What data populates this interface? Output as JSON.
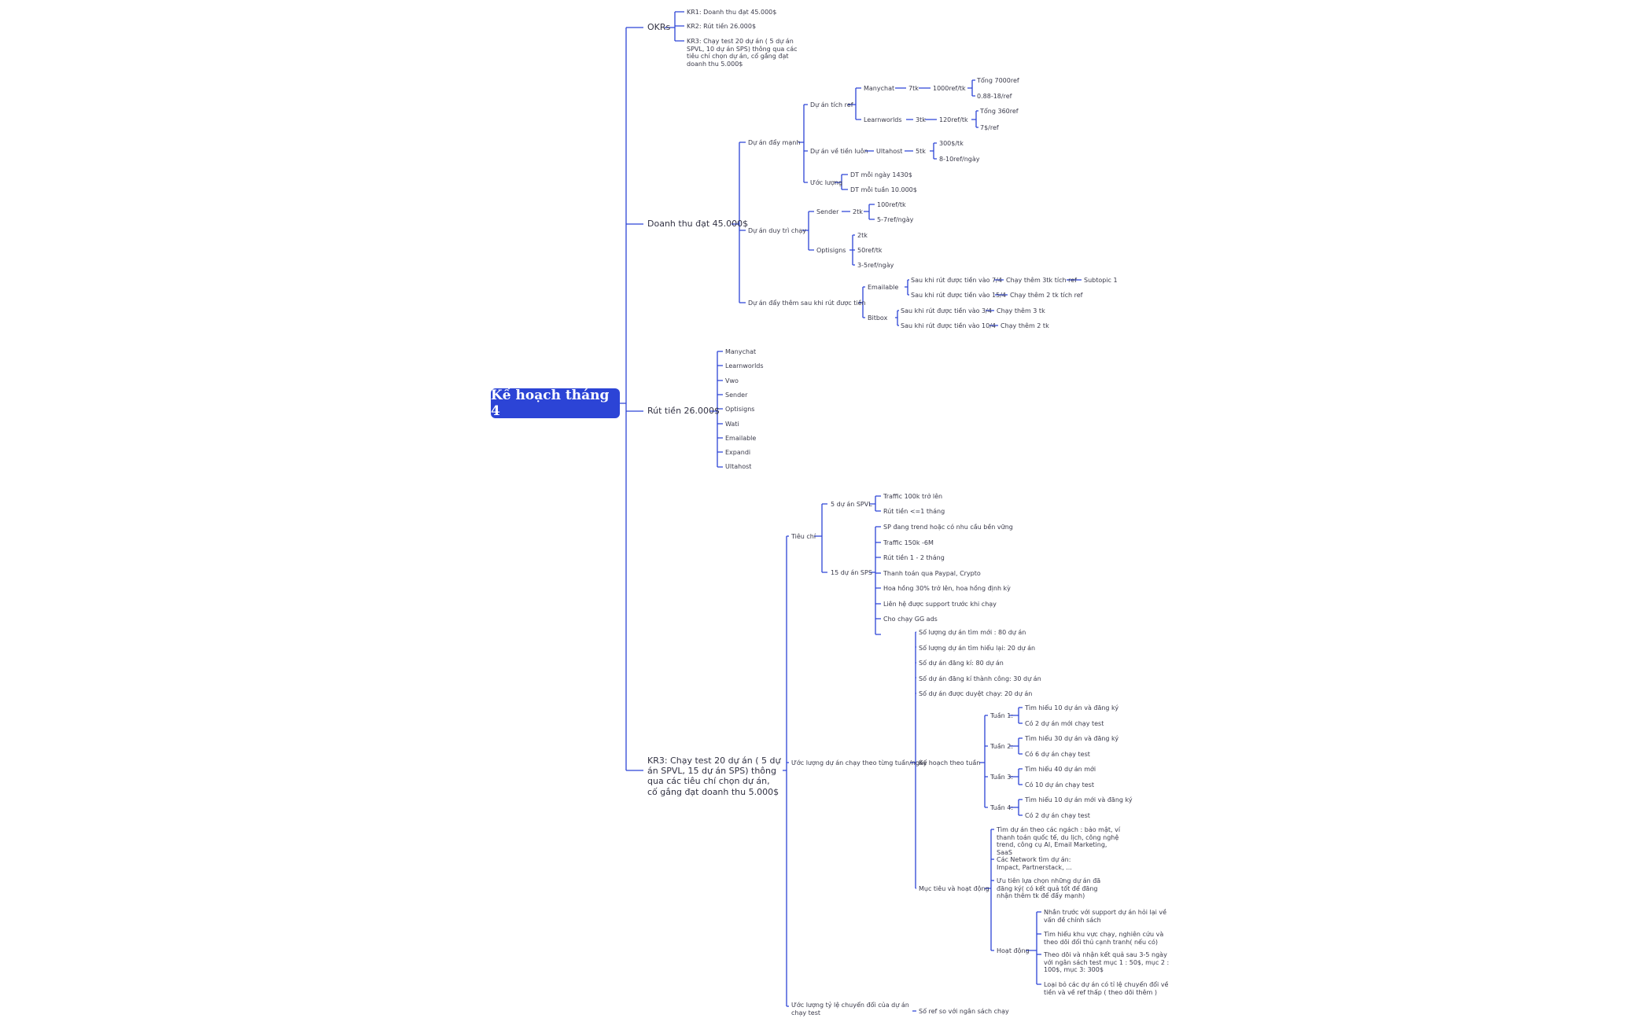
{
  "mindmap": {
    "root": "Kế hoạch tháng 4",
    "okrs": {
      "label": "OKRs",
      "kr1": "KR1: Doanh thu đạt 45.000$",
      "kr2": "KR2: Rút tiền 26.000$",
      "kr3": "KR3: Chạy test 20 dự án ( 5 dự án SPVL, 10 dự án SPS) thông qua các tiêu chí chọn dự án, cố gắng đạt doanh thu 5.000$"
    },
    "revenue": {
      "label": "Doanh thu đạt 45.000$",
      "strong": {
        "label": "Dự án đẩy mạnh",
        "ref": {
          "label": "Dự án tích ref",
          "manychat": {
            "label": "Manychat",
            "tk": "7tk",
            "ref": "1000ref/tk",
            "total": "Tổng 7000ref",
            "rate": "0.88-18/ref"
          },
          "learnworlds": {
            "label": "Learnworlds",
            "tk": "3tk",
            "ref": "120ref/tk",
            "total": "Tổng 360ref",
            "rate": "7$/ref"
          }
        },
        "cash": {
          "label": "Dự án về tiền luôn",
          "ultahost": "Ultahost",
          "tk": "5tk",
          "amount": "300$/tk",
          "rate": "8-10ref/ngày"
        },
        "estimate": {
          "label": "Ước lượng",
          "day": "DT mỗi ngày 1430$",
          "week": "DT mỗi tuần 10.000$"
        }
      },
      "maintain": {
        "label": "Dự án duy trì chạy",
        "sender": {
          "label": "Sender",
          "tk": "2tk",
          "ref": "100ref/tk",
          "rate": "5-7ref/ngày"
        },
        "optisigns": {
          "label": "Optisigns",
          "tk": "2tk",
          "ref": "50ref/tk",
          "rate": "3-5ref/ngày"
        }
      },
      "push": {
        "label": "Dự án đẩy thêm sau khi rút được tiền",
        "emailable": {
          "label": "Emailable",
          "a": "Sau khi rút được tiền vào 7/4",
          "a2": "Chạy thêm 3tk tích ref",
          "a3": "Subtopic 1",
          "b": "Sau khi rút được tiền vào 15/4",
          "b2": "Chạy thêm 2 tk  tích ref"
        },
        "bitbox": {
          "label": "Bitbox",
          "a": "Sau khi rút được tiền vào 3/4",
          "a2": "Chạy thêm 3 tk",
          "b": "Sau khi rút được tiền vào 10/4",
          "b2": "Chạy thêm 2 tk"
        }
      }
    },
    "withdraw": {
      "label": "Rút tiền 26.000$",
      "items": [
        "Manychat",
        "Learnworlds",
        "Vwo",
        "Sender",
        "Optisigns",
        "Wati",
        "Emailable",
        "Expandi",
        "Ultahost"
      ]
    },
    "kr3": {
      "label": "KR3: Chạy test 20 dự án ( 5 dự án SPVL, 15 dự án SPS) thông qua các tiêu chí chọn dự án, cố gắng đạt doanh thu 5.000$",
      "criteria": {
        "label": "Tiêu chí",
        "spvl": {
          "label": "5 dự án SPVL",
          "items": [
            "Traffic 100k trở lên",
            "Rút tiền <=1 tháng"
          ]
        },
        "sps": {
          "label": "15 dự án SPS",
          "items": [
            "SP đang trend hoặc có nhu cầu bền vững",
            "Traffic 150k -6M",
            "Rút tiền 1 - 2 tháng",
            "Thanh toán qua Paypal, Crypto",
            " Hoa hồng 30% trở lên, hoa hồng định kỳ",
            "Liên hệ được support trước khi chạy",
            "Cho chạy GG ads"
          ]
        }
      },
      "weekly": {
        "label": "Ước lượng dự án chạy theo từng tuần/ngày",
        "items": [
          "Số lượng dự án tìm mới : 80 dự án",
          "Số lượng dự án tìm hiểu lại: 20 dự án",
          "Số dự án đăng kí: 80 dự án",
          "Số dự án đăng kí thành công: 30 dự án",
          "Số dự án được duyệt chạy: 20 dự án"
        ],
        "plan": {
          "label": "Kế hoạch theo tuần",
          "w1": {
            "label": "Tuần 1:",
            "a": "Tìm hiểu 10 dự án và đăng ký",
            "b": "Có 2 dự án mới chạy test"
          },
          "w2": {
            "label": "Tuần 2:",
            "a": "Tìm hiểu 30 dự án và đăng ký",
            "b": "Có 6 dự án chạy test"
          },
          "w3": {
            "label": "Tuần 3:",
            "a": "Tìm hiểu 40 dự án mới",
            "b": "Có 10 dự án chạy test"
          },
          "w4": {
            "label": "Tuần 4:",
            "a": "Tìm hiểu 10 dự án mới và đăng ký",
            "b": "Có 2 dự án chạy test"
          }
        },
        "goals": {
          "label": "Mục tiêu và hoạt động",
          "items": [
            "Tìm dự án theo các ngách : bảo mật, ví thanh toán quốc tế, du lịch, công nghệ trend, công cụ AI, Email Marketing, SaaS",
            "Các Network tìm dự án: Impact, Partnerstack, ...",
            "Ưu tiên lựa chọn những dự án đã đăng ký( có kết quả tốt để đăng nhận thêm tk để đẩy mạnh)"
          ],
          "activity": {
            "label": "Hoạt động",
            "items": [
              "Nhắn trước với support dự án hỏi lại về vấn đề chính sách",
              "Tìm hiểu khu vực chạy, nghiên cứu và theo dõi đối thủ cạnh tranh( nếu có)",
              "Theo dõi và nhận kết quả sau 3-5 ngày với ngân sách test mục 1 : 50$, mục 2 : 100$, mục 3: 300$",
              "Loại bỏ các dự án có tỉ lệ chuyển đổi về tiền và về ref thấp ( theo dõi thêm )"
            ]
          }
        }
      },
      "conversion": {
        "label": "Ước lượng tỷ lệ chuyển đổi của dự án chạy test",
        "item": "Số ref so với ngân sách chạy"
      }
    }
  }
}
